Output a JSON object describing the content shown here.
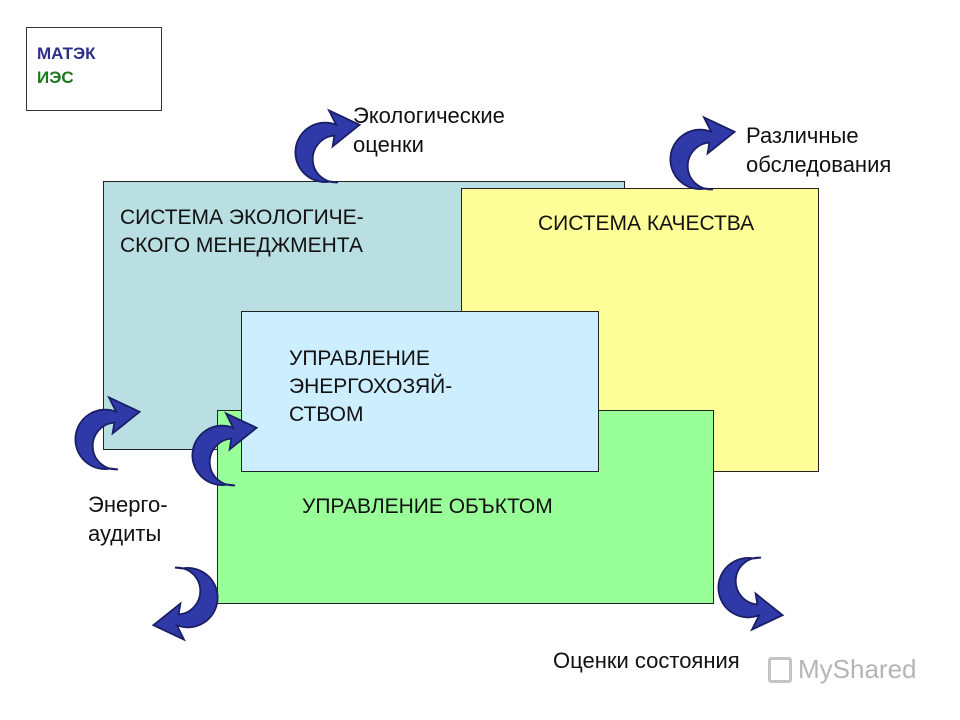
{
  "logo": {
    "line1": "МАТЭК",
    "line2": "ИЭС"
  },
  "boxes": {
    "environmental": "СИСТЕМА ЭКОЛОГИЧЕ-\nСКОГО МЕНЕДЖМЕНТА",
    "quality": "СИСТЕМА КАЧЕСТВА",
    "energy": "УПРАВЛЕНИЕ\nЭНЕРГОХОЗЯЙ-\nСТВОМ",
    "object": "УПРАВЛЕНИЕ ОБЪКТОМ"
  },
  "external": {
    "eco_assessments": "Экологические\nоценки",
    "various_surveys": "Различные\nобследования",
    "energy_audits": "Энерго-\nаудиты",
    "state_assessments": "Оценки состояния"
  },
  "watermark": "MyShared",
  "colors": {
    "env_box": "#b9dfe3",
    "quality_box": "#ffff99",
    "object_box": "#99ff99",
    "energy_box": "#cceeff",
    "arrow": "#2f3aa8"
  },
  "icons": [
    "circular-arrow-icon"
  ]
}
